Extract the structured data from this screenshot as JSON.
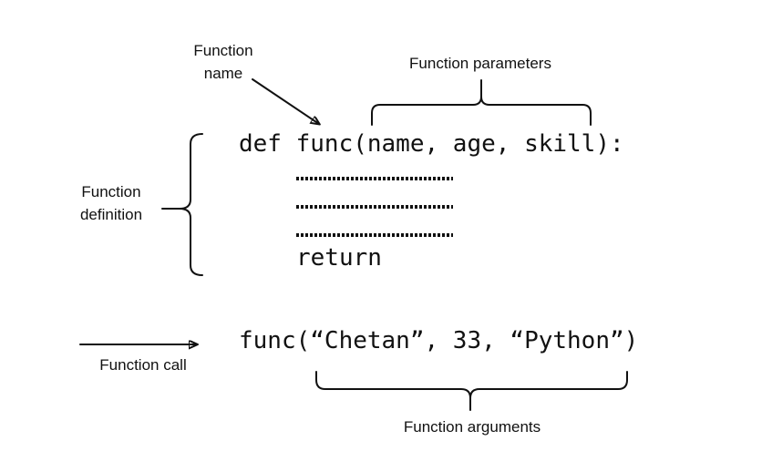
{
  "diagram": {
    "title_hint": "Anatomy of a Python function",
    "labels": {
      "function_name": "Function\nname",
      "function_parameters": "Function parameters",
      "function_definition": "Function\ndefinition",
      "function_call": "Function call",
      "function_arguments": "Function arguments"
    },
    "code": {
      "definition_line": "def func(name, age, skill):",
      "return_line": "return",
      "call_line": "func(“Chetan”, 33, “Python”)"
    },
    "colors": {
      "ink": "#111111",
      "background": "#ffffff"
    }
  }
}
